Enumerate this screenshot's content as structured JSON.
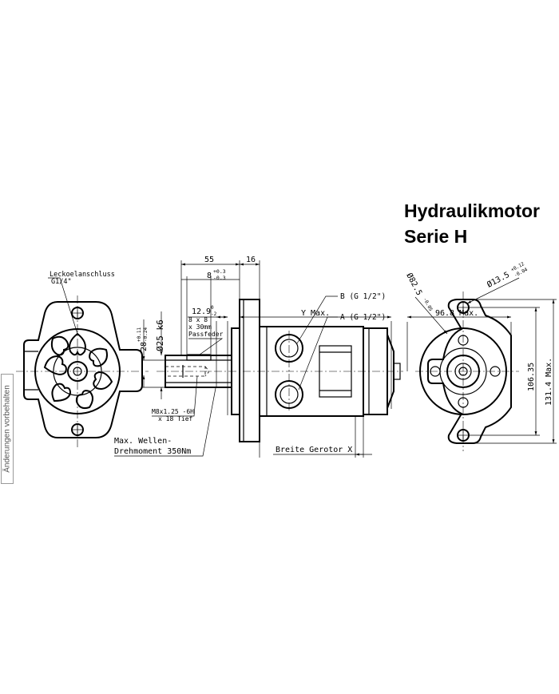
{
  "title": {
    "line1": "Hydraulikmotor",
    "line2": "Serie H"
  },
  "side_note": "Änderungen vorbehalten",
  "labels": {
    "leak_port": "Leckoelanschluss",
    "leak_port_size": "G1/4\"",
    "key_size": "8 x 8",
    "key_length": "x 30mm",
    "key_name": "Passfeder",
    "thread": "M8x1.25 -6H",
    "thread_depth": "x 18 Tief",
    "torque_line1": "Max. Wellen-",
    "torque_line2": "Drehmoment 350Nm",
    "port_b": "B (G 1/2\")",
    "port_a": "A (G 1/2\")",
    "gerotor": "Breite Gerotor X"
  },
  "dims": {
    "d55": "55",
    "d16": "16",
    "d8": "8",
    "d8_tol_top": "+0.3",
    "d8_tol_bot": "-0.3",
    "d28": "28",
    "d28_tol_top": "+0.11",
    "d28_tol_bot": "-0.24",
    "d25": "Ø25 k6",
    "d129": "12.9",
    "d129_tol_top": "0",
    "d129_tol_bot": "-2",
    "ymax": "Y Max.",
    "d968": "96.8 Max.",
    "d10635": "106.35",
    "d1314": "131.4 Max.",
    "d825": "Ø82.5",
    "d825_tol": "-0.05",
    "d135": "Ø13.5",
    "d135_tol_top": "+0.12",
    "d135_tol_bot": "-0.04"
  }
}
